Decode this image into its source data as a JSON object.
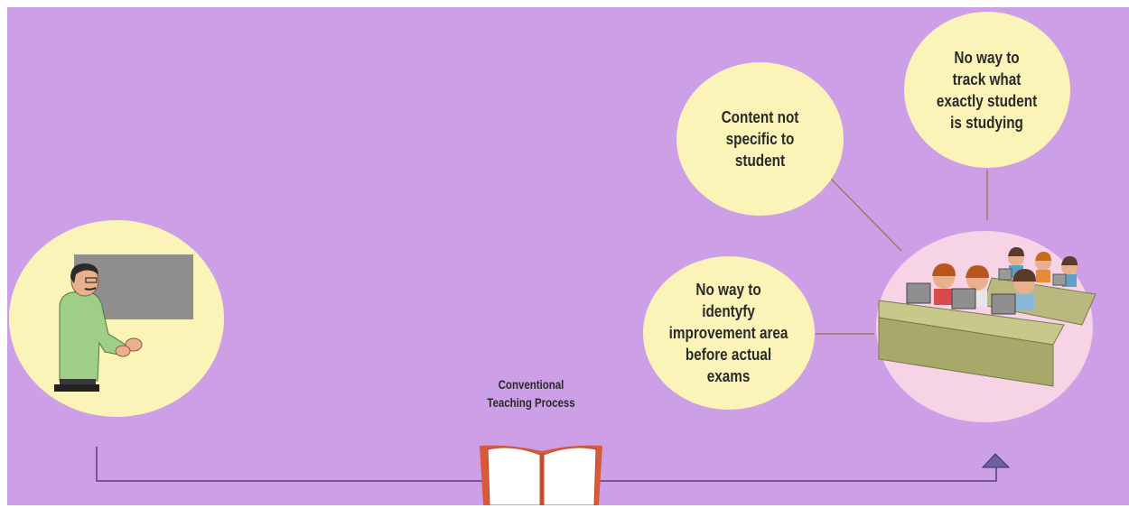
{
  "diagram": {
    "colors": {
      "background": "#cd9fe6",
      "bubble_fill": "#fbf4b8",
      "students_circle_fill": "#f6d4e6",
      "connector_line": "#a8785a",
      "timeline_line": "#5a3e6a",
      "arrow_fill": "#6c5fa3"
    },
    "caption": "Conventional\nTeaching Process",
    "bubbles": {
      "content": "Content not\nspecific to\nstudent",
      "track": "No way to\ntrack what\nexactly student\nis  studying",
      "improve": "No way to\nidentyfy\nimprovement area\nbefore actual\nexams"
    },
    "icons": [
      "teacher-icon",
      "blackboard-icon",
      "book-icon",
      "students-classroom-icon",
      "arrow-up-icon"
    ]
  }
}
